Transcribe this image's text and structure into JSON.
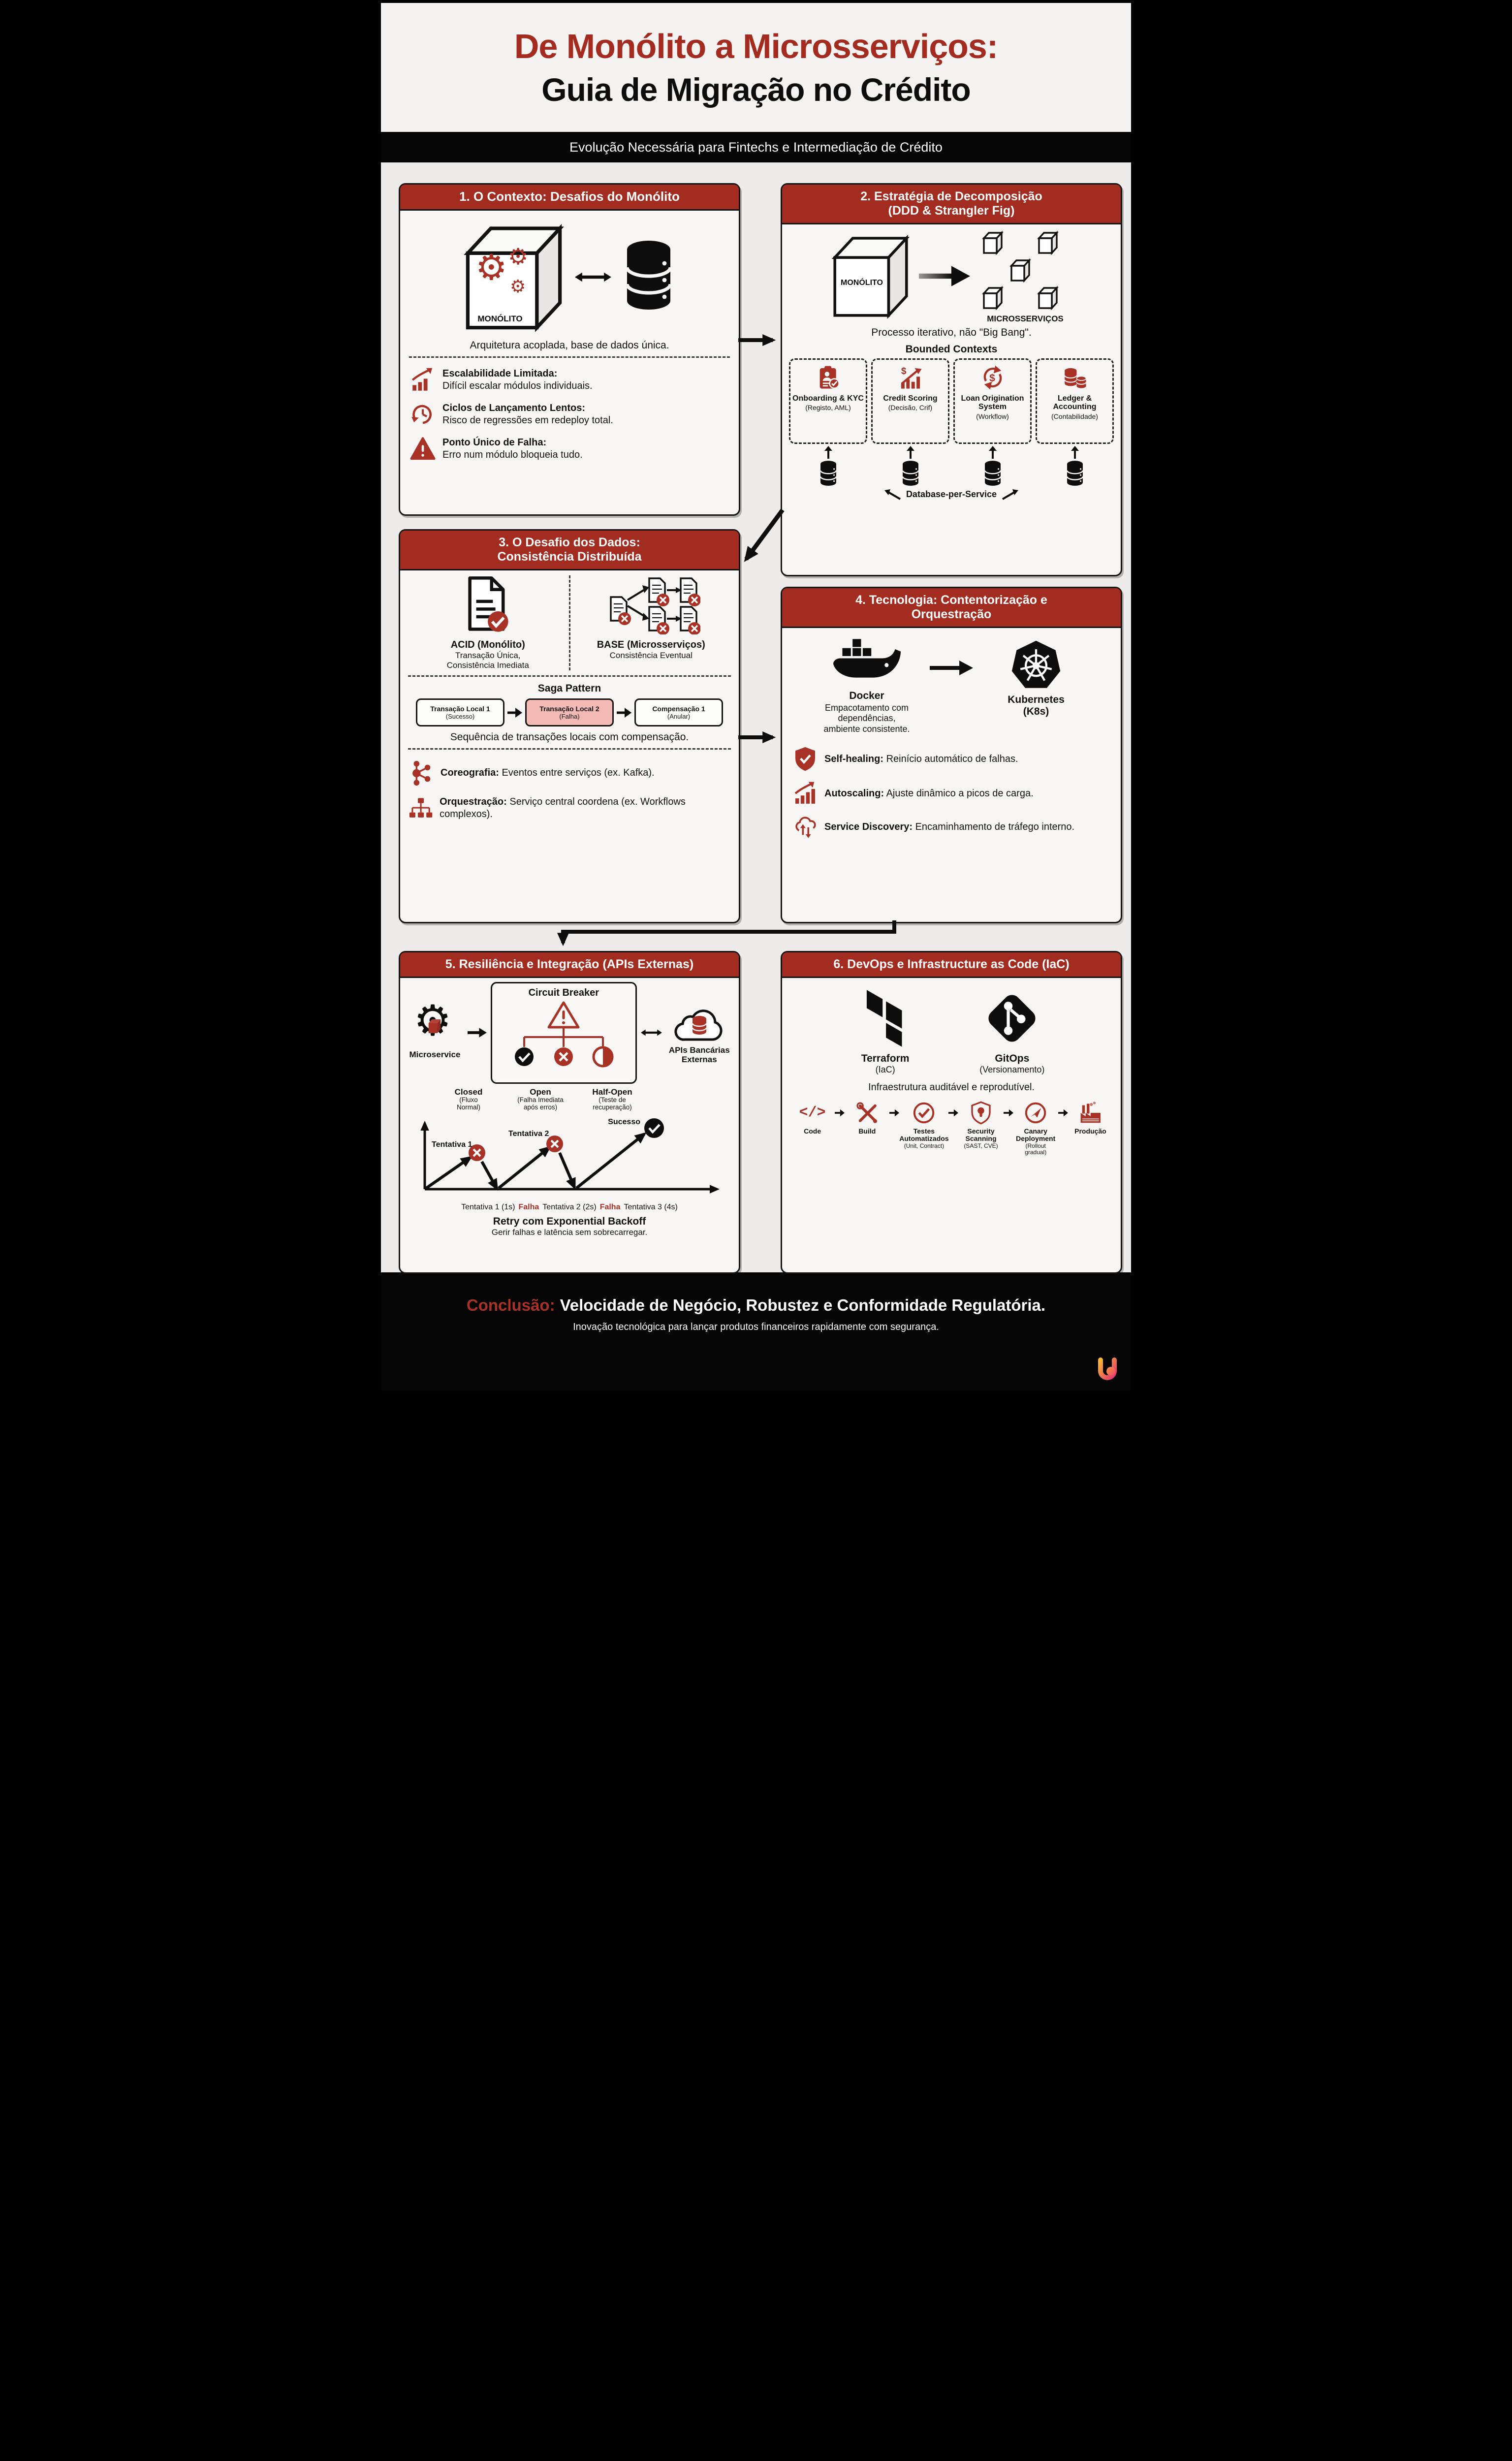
{
  "colors": {
    "accent_red": "#a32c21",
    "icon_red": "#a93226",
    "bg": "#edecea",
    "black": "#0d0d0d",
    "fail_pink": "#f3b9b4"
  },
  "glyphs": {
    "gear": "⚙",
    "code": "</>"
  },
  "header": {
    "title_red": "De Monólito a Microsserviços:",
    "title_black": "Guia de Migração no Crédito",
    "banner": "Evolução Necessária para Fintechs e Intermediação de Crédito"
  },
  "s1": {
    "title": "1. O Contexto: Desafios do Monólito",
    "monolith_label": "MONÓLITO",
    "caption": "Arquitetura acoplada, base de dados única.",
    "bullets": [
      {
        "icon": "growth-bars-icon",
        "lead": "Escalabilidade Limitada:",
        "text": "Difícil escalar módulos individuais."
      },
      {
        "icon": "history-clock-icon",
        "lead": "Ciclos de Lançamento Lentos:",
        "text": "Risco de regressões em redeploy total."
      },
      {
        "icon": "warning-triangle-icon",
        "lead": "Ponto Único de Falha:",
        "text": "Erro num módulo bloqueia tudo."
      }
    ]
  },
  "s2": {
    "title_line1": "2. Estratégia de Decomposição",
    "title_line2": "(DDD & Strangler Fig)",
    "monolith_label": "MONÓLITO",
    "micro_label": "MICROSSERVIÇOS",
    "caption": "Processo iterativo, não \"Big Bang\".",
    "bounded_title": "Bounded Contexts",
    "contexts": [
      {
        "icon": "clipboard-kyc-icon",
        "name": "Onboarding & KYC",
        "sub": "(Registo, AML)"
      },
      {
        "icon": "credit-score-chart-icon",
        "name": "Credit Scoring",
        "sub": "(Decisão, Crif)"
      },
      {
        "icon": "loan-cycle-icon",
        "name": "Loan Origination System",
        "sub": "(Workflow)"
      },
      {
        "icon": "ledger-coins-icon",
        "name": "Ledger & Accounting",
        "sub": "(Contabilidade)"
      }
    ],
    "db_label": "Database-per-Service"
  },
  "s3": {
    "title_line1": "3. O Desafio dos Dados:",
    "title_line2": "Consistência Distribuída",
    "acid_title": "ACID (Monólito)",
    "acid_sub1": "Transação Única,",
    "acid_sub2": "Consistência Imediata",
    "base_title": "BASE (Microsserviços)",
    "base_sub": "Consistência Eventual",
    "saga_title": "Saga Pattern",
    "saga_steps": [
      {
        "name": "Transação Local 1",
        "sub": "(Sucesso)"
      },
      {
        "name": "Transação Local 2",
        "sub": "(Falha)"
      },
      {
        "name": "Compensação 1",
        "sub": "(Anular)"
      }
    ],
    "saga_caption": "Sequência de transações locais com compensação.",
    "bullets": [
      {
        "icon": "event-graph-icon",
        "lead": "Coreografia:",
        "text": "Eventos entre serviços (ex. Kafka)."
      },
      {
        "icon": "orchestrator-tree-icon",
        "lead": "Orquestração:",
        "text": "Serviço central coordena (ex. Workflows complexos)."
      }
    ]
  },
  "s4": {
    "title_line1": "4. Tecnologia: Contentorização e",
    "title_line2": "Orquestração",
    "docker_title": "Docker",
    "docker_text": "Empacotamento com dependências, ambiente consistente.",
    "k8s_title": "Kubernetes",
    "k8s_sub": "(K8s)",
    "bullets": [
      {
        "icon": "shield-check-icon",
        "lead": "Self-healing:",
        "text": "Reinício automático de falhas."
      },
      {
        "icon": "growth-bars-icon",
        "lead": "Autoscaling:",
        "text": "Ajuste dinâmico a picos de carga."
      },
      {
        "icon": "cloud-sync-icon",
        "lead": "Service Discovery:",
        "text": "Encaminhamento de tráfego interno."
      }
    ]
  },
  "s5": {
    "title": "5. Resiliência e Integração (APIs Externas)",
    "microservice_label": "Microservice",
    "cb_title": "Circuit Breaker",
    "apis_label1": "APIs Bancárias",
    "apis_label2": "Externas",
    "states": [
      {
        "name": "Closed",
        "sub1": "(Fluxo",
        "sub2": "Normal)"
      },
      {
        "name": "Open",
        "sub1": "(Falha Imediata",
        "sub2": "após erros)"
      },
      {
        "name": "Half-Open",
        "sub1": "(Teste de",
        "sub2": "recuperação)"
      }
    ],
    "retry": {
      "t1": "Tentativa 1",
      "t2": "Tentativa 2",
      "success": "Sucesso",
      "axis_parts": [
        "Tentativa 1 (1s)",
        "Falha",
        "Tentativa 2 (2s)",
        "Falha",
        "Tentativa 3 (4s)"
      ],
      "title": "Retry com Exponential Backoff",
      "subtitle": "Gerir falhas e latência sem sobrecarregar."
    }
  },
  "s6": {
    "title": "6. DevOps e Infrastructure as Code (IaC)",
    "terraform_title": "Terraform",
    "terraform_sub": "(IaC)",
    "gitops_title": "GitOps",
    "gitops_sub": "(Versionamento)",
    "caption": "Infraestrutura auditável e reprodutível.",
    "pipeline": [
      {
        "icon": "code-brackets-icon",
        "name": "Code",
        "sub": ""
      },
      {
        "icon": "build-tools-icon",
        "name": "Build",
        "sub": ""
      },
      {
        "icon": "tests-check-icon",
        "name": "Testes Automatizados",
        "sub": "(Unit, Contract)"
      },
      {
        "icon": "security-shield-icon",
        "name": "Security Scanning",
        "sub": "(SAST, CVE)"
      },
      {
        "icon": "canary-rocket-icon",
        "name": "Canary Deployment",
        "sub": "(Rollout gradual)"
      },
      {
        "icon": "factory-icon",
        "name": "Produção",
        "sub": ""
      }
    ]
  },
  "conclusion": {
    "lead": "Conclusão:",
    "main": "Velocidade de Negócio, Robustez e Conformidade Regulatória.",
    "sub": "Inovação tecnológica para lançar produtos financeiros rapidamente com segurança."
  }
}
